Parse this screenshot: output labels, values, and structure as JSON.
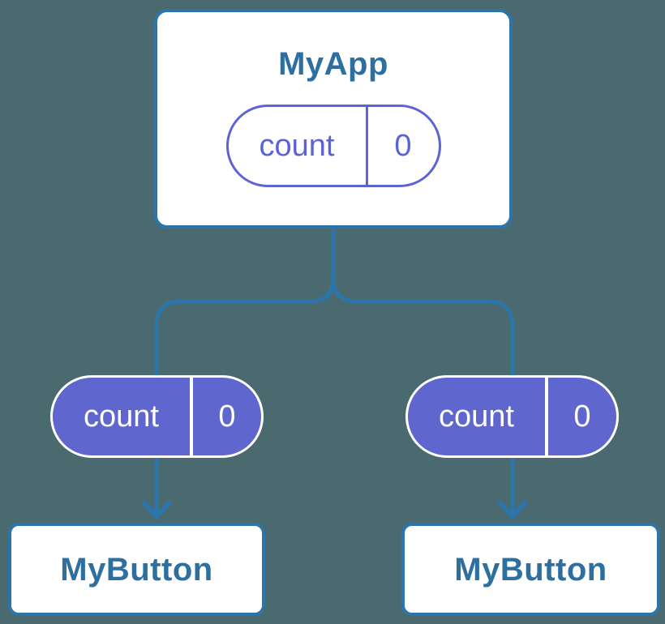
{
  "colors": {
    "background": "#4B6A70",
    "stroke_blue": "#2C75AB",
    "label_blue": "#2D70A0",
    "pill_purple_fill": "#5F66CE",
    "pill_purple_stroke": "#5C63D3",
    "node_fill": "#FFFFFF",
    "pill_text_on_purple": "#FFFFFF"
  },
  "tree": {
    "root": {
      "title": "MyApp",
      "state": {
        "key": "count",
        "value": "0"
      }
    },
    "children": [
      {
        "title": "MyButton",
        "state": {
          "key": "count",
          "value": "0"
        }
      },
      {
        "title": "MyButton",
        "state": {
          "key": "count",
          "value": "0"
        }
      }
    ]
  }
}
